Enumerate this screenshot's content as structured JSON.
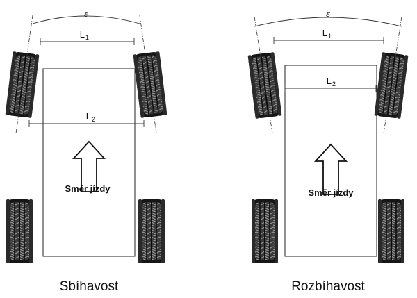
{
  "left": {
    "caption": "Sbíhavost",
    "direction": "Směr jízdy",
    "angle": "ε",
    "l1": "L",
    "l1_sub": "1",
    "l2": "L",
    "l2_sub": "2"
  },
  "right": {
    "caption": "Rozbíhavost",
    "direction": "Směr jízdy",
    "angle": "ε",
    "l1": "L",
    "l1_sub": "1",
    "l2": "L",
    "l2_sub": "2"
  }
}
